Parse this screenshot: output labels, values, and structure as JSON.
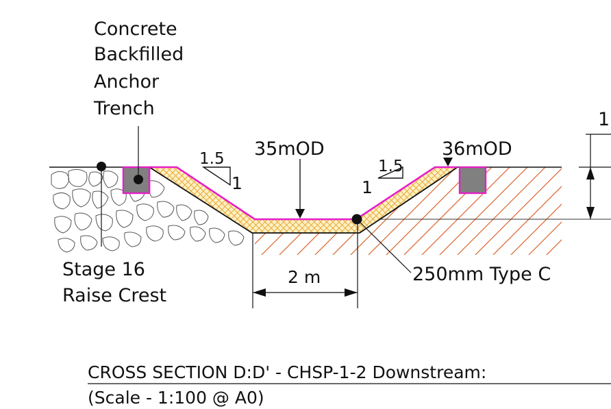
{
  "labels": {
    "anchor_trench": [
      "Concrete",
      "Backfilled",
      "Anchor",
      "Trench"
    ],
    "level_left": "35mOD",
    "level_right": "36mOD",
    "slope_left_run": "1.5",
    "slope_left_rise": "1",
    "slope_right_run": "1.5",
    "slope_right_rise": "1",
    "dim_right_top": "1",
    "base_width": "2 m",
    "stage": [
      "Stage 16",
      "Raise Crest"
    ],
    "lining": "250mm Type C"
  },
  "title": {
    "line1": "CROSS SECTION D:D' - CHSP-1-2 Downstream:",
    "line2": "(Scale - 1:100 @ A0)"
  },
  "colors": {
    "line": "#111111",
    "liner": "#e61ec8",
    "fill_hatch": "#e8a93a",
    "fill_hatch_bg": "#fdf1c4",
    "ground_hatch": "#d9652a",
    "concrete": "#808080"
  }
}
